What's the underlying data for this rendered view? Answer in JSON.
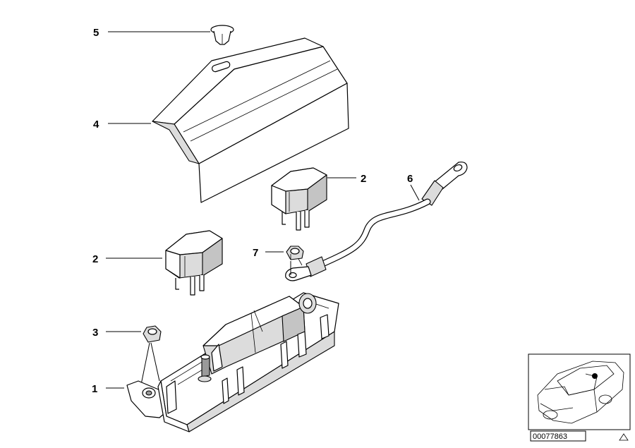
{
  "callouts": {
    "c1": "1",
    "c2a": "2",
    "c2b": "2",
    "c3": "3",
    "c4": "4",
    "c5": "5",
    "c6": "6",
    "c7": "7"
  },
  "inset": {
    "document_number": "00077863"
  },
  "colors": {
    "line": "#000000",
    "shade_light": "#dcdcdc",
    "shade_mid": "#c4c4c4",
    "shade_dark": "#9a9a9a",
    "background": "#ffffff"
  }
}
